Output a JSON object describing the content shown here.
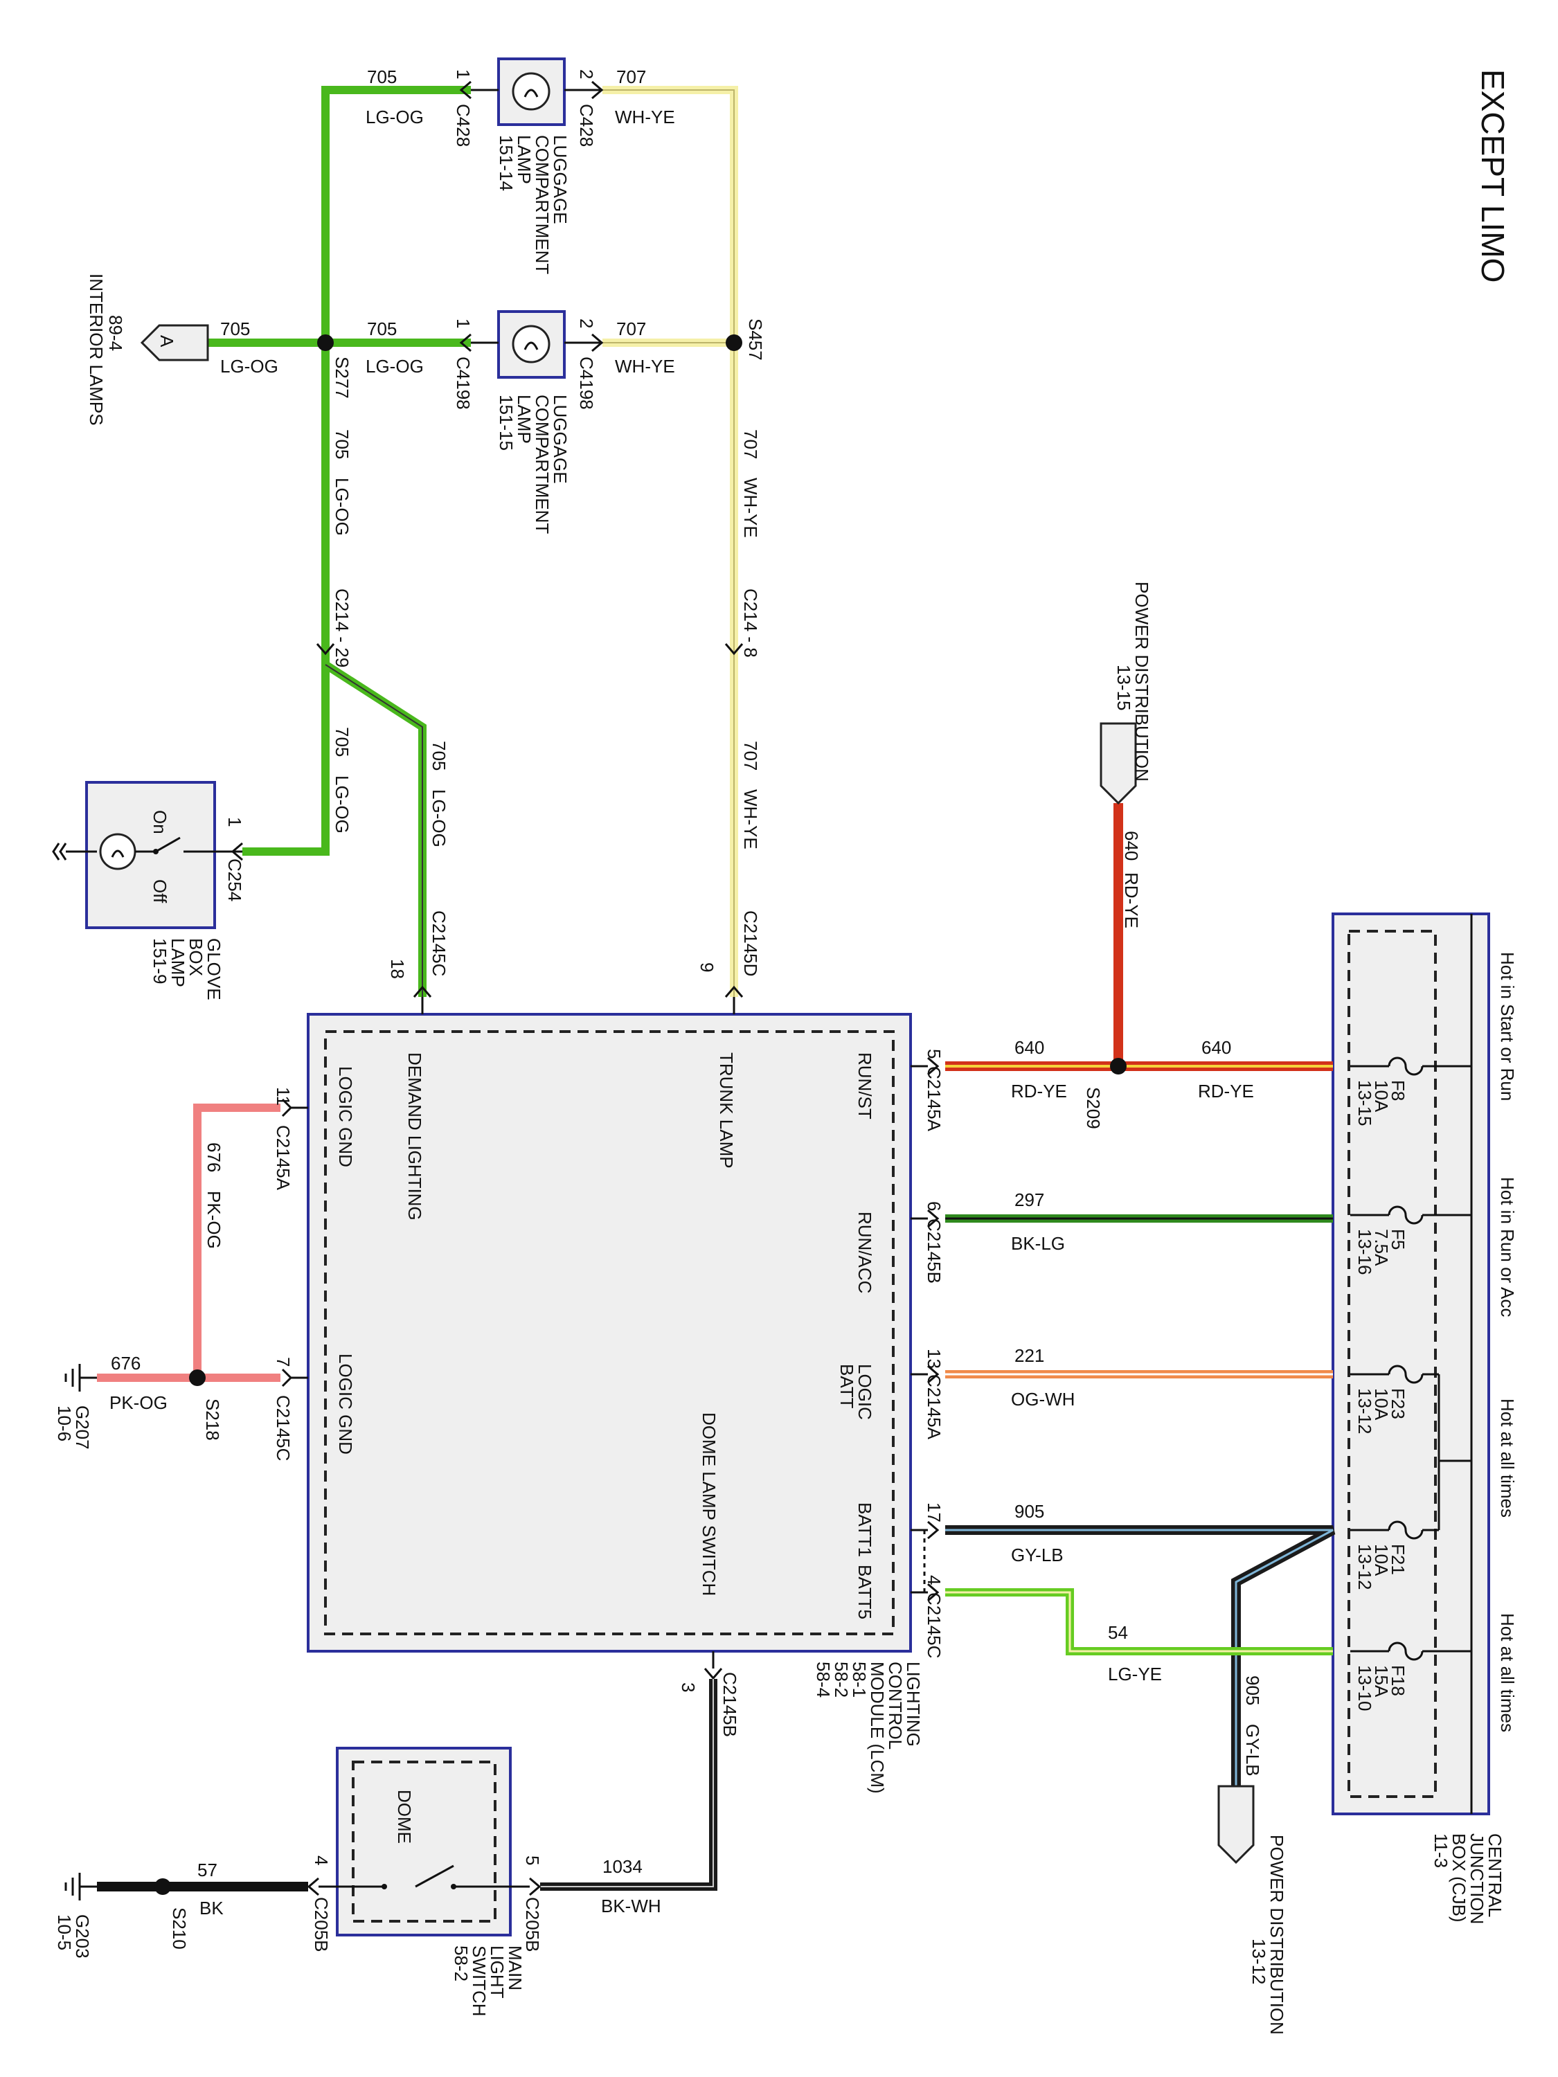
{
  "title": "EXCEPT LIMO",
  "colors": {
    "LG-OG": "#49b81c",
    "WH-YE": "#f5f0a8",
    "RD-YE": "#d2321a",
    "BK-LG": "#2f8a1e",
    "OG-WH": "#f08a4a",
    "GY-LB": "#1b1b1b",
    "LG-YE": "#66cc22",
    "PK-OG": "#f08080",
    "BK": "#111111",
    "BK-WH": "#1a1a1a",
    "module_border": "#2b2f9b",
    "module_fill": "#efefef"
  },
  "cjb": {
    "label": [
      "CENTRAL",
      "JUNCTION",
      "BOX (CJB)",
      "11-3"
    ],
    "hot_start_run": "Hot in Start or Run",
    "hot_run_acc": "Hot in Run or Acc",
    "hot_all_1": "Hot at all times",
    "hot_all_2": "Hot at all times",
    "fuses": [
      {
        "name": "F8",
        "rating": "10A",
        "ref": "13-15"
      },
      {
        "name": "F5",
        "rating": "7.5A",
        "ref": "13-16"
      },
      {
        "name": "F23",
        "rating": "10A",
        "ref": "13-12"
      },
      {
        "name": "F21",
        "rating": "10A",
        "ref": "13-12"
      },
      {
        "name": "F18",
        "rating": "15A",
        "ref": "13-10"
      }
    ]
  },
  "power_dist_top": {
    "label": "POWER DISTRIBUTION",
    "ref": "13-15"
  },
  "power_dist_bottom": {
    "label": "POWER DISTRIBUTION",
    "ref": "13-12"
  },
  "wires": {
    "w640a": {
      "circuit": "640",
      "color": "RD-YE"
    },
    "w640b": {
      "circuit": "640",
      "color": "RD-YE"
    },
    "w640c": {
      "circuit": "640",
      "color": "RD-YE"
    },
    "w297": {
      "circuit": "297",
      "color": "BK-LG"
    },
    "w221": {
      "circuit": "221",
      "color": "OG-WH"
    },
    "w905a": {
      "circuit": "905",
      "color": "GY-LB"
    },
    "w905b": {
      "circuit": "905",
      "color": "GY-LB"
    },
    "w54": {
      "circuit": "54",
      "color": "LG-YE"
    },
    "w705top": {
      "circuit": "705",
      "color": "LG-OG"
    },
    "w707top": {
      "circuit": "707",
      "color": "WH-YE"
    },
    "w705mid": {
      "circuit": "705",
      "color": "LG-OG"
    },
    "w707mid": {
      "circuit": "707",
      "color": "WH-YE"
    },
    "w705int": {
      "circuit": "705",
      "color": "LG-OG"
    },
    "w705v1": {
      "circuit": "705",
      "color": "LG-OG"
    },
    "w707v1": {
      "circuit": "707",
      "color": "WH-YE"
    },
    "w705v2": {
      "circuit": "705",
      "color": "LG-OG"
    },
    "w705v3": {
      "circuit": "705",
      "color": "LG-OG"
    },
    "w707v2": {
      "circuit": "707",
      "color": "WH-YE"
    },
    "w676a": {
      "circuit": "676",
      "color": "PK-OG"
    },
    "w676b": {
      "circuit": "676",
      "color": "PK-OG"
    },
    "w1034": {
      "circuit": "1034",
      "color": "BK-WH"
    },
    "w57": {
      "circuit": "57",
      "color": "BK"
    }
  },
  "splices": {
    "s209": "S209",
    "s457": "S457",
    "s277": "S277",
    "s218": "S218",
    "s210": "S210"
  },
  "connectors": {
    "c2145a_5": {
      "pin": "5",
      "name": "C2145A"
    },
    "c2145b_6": {
      "pin": "6",
      "name": "C2145B"
    },
    "c2145a_13": {
      "pin": "13",
      "name": "C2145A"
    },
    "c2145c_17": {
      "pin": "17",
      "name": ""
    },
    "c2145c_4": {
      "pin": "4",
      "name": "C2145C"
    },
    "c2145d_9": {
      "pin": "9",
      "name": "C2145D"
    },
    "c2145c_18": {
      "pin": "18",
      "name": "C2145C"
    },
    "c2145a_11": {
      "pin": "11",
      "name": "C2145A"
    },
    "c2145c_7": {
      "pin": "7",
      "name": "C2145C"
    },
    "c2145b_3": {
      "pin": "3",
      "name": "C2145B"
    },
    "c428_1": {
      "pin": "1",
      "name": "C428"
    },
    "c428_2": {
      "pin": "2",
      "name": "C428"
    },
    "c4198_1": {
      "pin": "1",
      "name": "C4198"
    },
    "c4198_2": {
      "pin": "2",
      "name": "C4198"
    },
    "c214_29": "C214 - 29",
    "c214_8": "C214 - 8",
    "c254_1": {
      "pin": "1",
      "name": "C254"
    },
    "c205b_5": {
      "pin": "5",
      "name": "C205B"
    },
    "c205b_4": {
      "pin": "4",
      "name": "C205B"
    }
  },
  "lcm": {
    "label": [
      "LIGHTING",
      "CONTROL",
      "MODULE (LCM)",
      "58-1",
      "58-2",
      "58-4"
    ],
    "pins": {
      "run_st": "RUN/ST",
      "run_acc": "RUN/ACC",
      "logic_batt": [
        "LOGIC",
        "BATT"
      ],
      "batt1": "BATT1",
      "batt5": "BATT5",
      "trunk_lamp": "TRUNK LAMP",
      "demand_lighting": "DEMAND LIGHTING",
      "logic_gnd_1": "LOGIC GND",
      "logic_gnd_2": "LOGIC GND",
      "dome_lamp_switch": "DOME LAMP SWITCH"
    }
  },
  "lamp1": {
    "label": [
      "LUGGAGE",
      "COMPARTMENT",
      "LAMP",
      "151-14"
    ]
  },
  "lamp2": {
    "label": [
      "LUGGAGE",
      "COMPARTMENT",
      "LAMP",
      "151-15"
    ]
  },
  "glove": {
    "label": [
      "GLOVE",
      "BOX",
      "LAMP",
      "151-9"
    ],
    "on": "On",
    "off": "Off"
  },
  "interior": {
    "letter": "A",
    "ref": "89-4",
    "label": "INTERIOR LAMPS"
  },
  "mls": {
    "label": [
      "MAIN",
      "LIGHT",
      "SWITCH",
      "58-2"
    ],
    "dome": "DOME"
  },
  "grounds": {
    "g207": {
      "name": "G207",
      "ref": "10-6"
    },
    "g203": {
      "name": "G203",
      "ref": "10-5"
    }
  }
}
